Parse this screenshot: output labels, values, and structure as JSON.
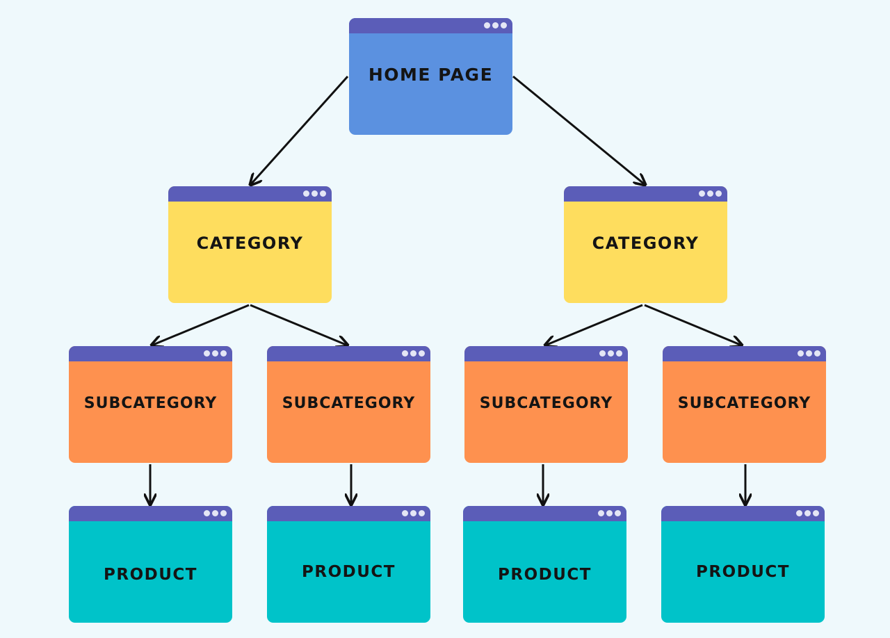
{
  "colors": {
    "background": "#eff9fc",
    "titlebar": "#5b5db8",
    "home": "#5b91e0",
    "category": "#fedd5e",
    "subcategory": "#fe914f",
    "product": "#00c3c9",
    "arrow": "#111111"
  },
  "nodes": {
    "home": {
      "label": "HOME PAGE"
    },
    "category_left": {
      "label": "CATEGORY"
    },
    "category_right": {
      "label": "CATEGORY"
    },
    "subcategory_1": {
      "label": "SUBCATEGORY"
    },
    "subcategory_2": {
      "label": "SUBCATEGORY"
    },
    "subcategory_3": {
      "label": "SUBCATEGORY"
    },
    "subcategory_4": {
      "label": "SUBCATEGORY"
    },
    "product_1": {
      "label": "PRODUCT"
    },
    "product_2": {
      "label": "PRODUCT"
    },
    "product_3": {
      "label": "PRODUCT"
    },
    "product_4": {
      "label": "PRODUCT"
    }
  }
}
